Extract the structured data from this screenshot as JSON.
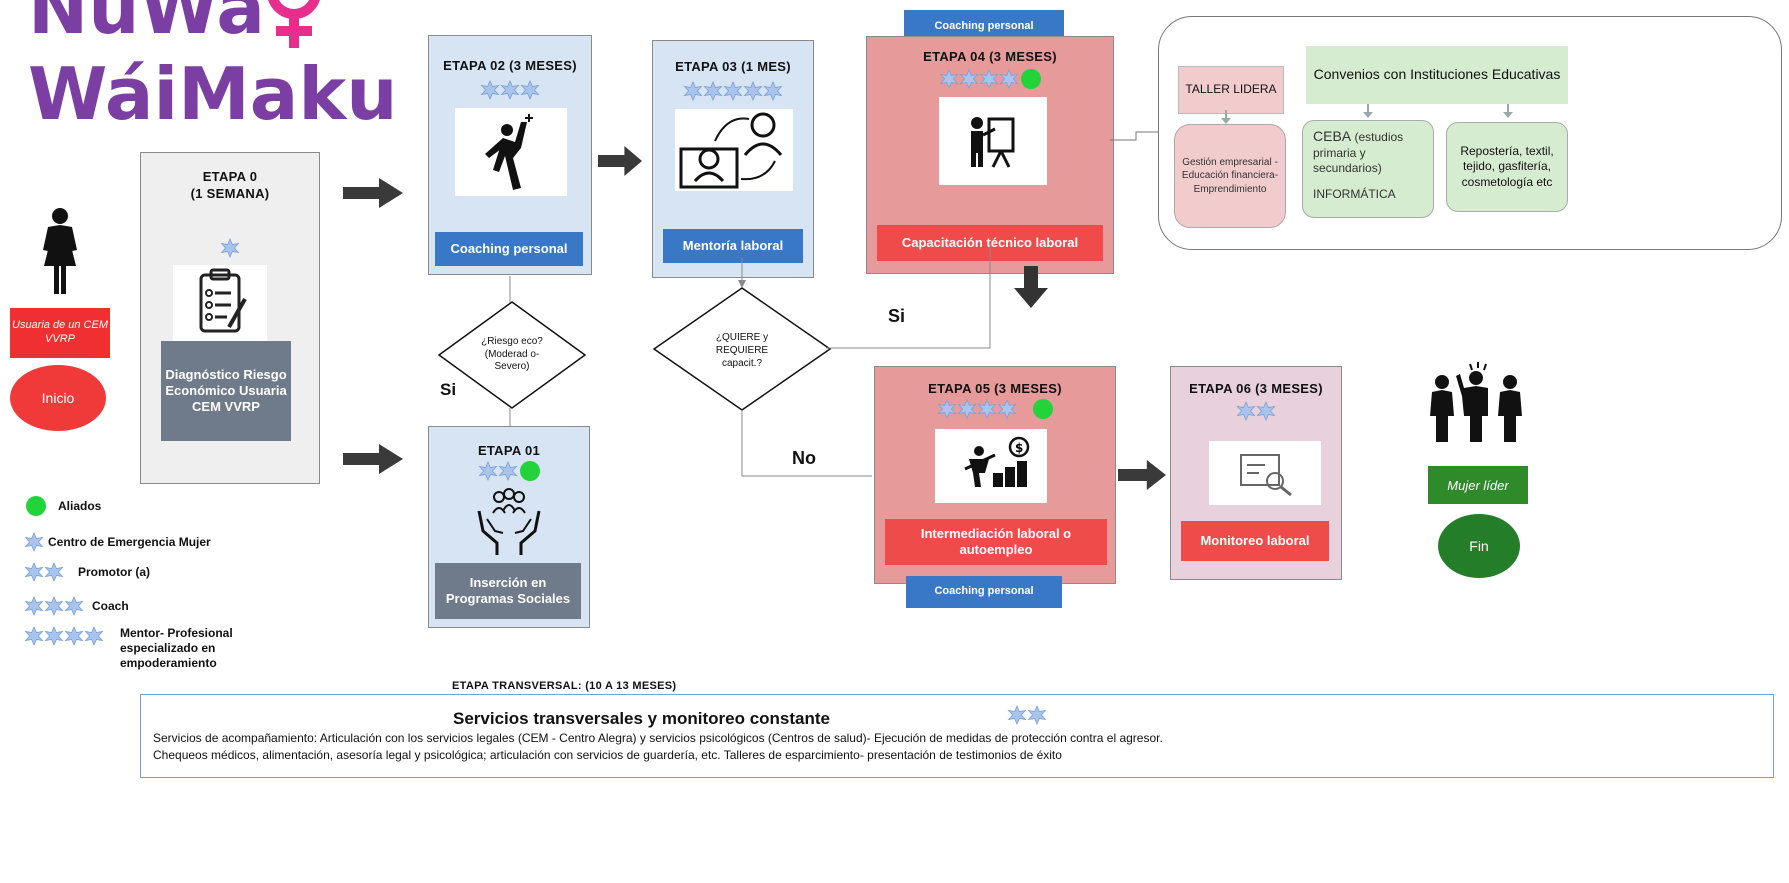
{
  "logo": {
    "line1": "NuWa",
    "line2": "WáiMaku"
  },
  "start": {
    "user_label": "Usuaria de un CEM VVRP",
    "start_button": "Inicio"
  },
  "stage0": {
    "title": "ETAPA 0\n(1 SEMANA)",
    "label": "Diagnóstico Riesgo Económico Usuaria CEM VVRP"
  },
  "stage02": {
    "title": "ETAPA 02 (3 MESES)",
    "label": "Coaching personal"
  },
  "stage03": {
    "title": "ETAPA 03 (1 MES)",
    "label": "Mentoría laboral"
  },
  "stage04": {
    "top_label": "Coaching personal",
    "title": "ETAPA 04 (3 MESES)",
    "label": "Capacitación técnico laboral"
  },
  "stage01": {
    "title": "ETAPA 01",
    "label": "Inserción en Programas Sociales"
  },
  "stage05": {
    "title": "ETAPA 05 (3 MESES)",
    "label": "Intermediación laboral o autoempleo",
    "bottom_label": "Coaching personal"
  },
  "stage06": {
    "title": "ETAPA 06 (3 MESES)",
    "label": "Monitoreo laboral"
  },
  "decision1": {
    "text": "¿Riesgo eco? (Moderad o- Severo)",
    "yes": "Si"
  },
  "decision2": {
    "text": "¿QUIERE y REQUIERE capacit.?",
    "yes": "Si",
    "no": "No"
  },
  "agreements": {
    "taller": "TALLER LIDERA",
    "convenios": "Convenios con Instituciones Educativas",
    "gestion": "Gestión empresarial - Educación financiera- Emprendimiento",
    "ceba_main": "CEBA",
    "ceba_detail": "(estudios primaria y secundarios)",
    "informatica": "INFORMÁTICA",
    "oficios": "Repostería, textil, tejido, gasfitería, cosmetología etc"
  },
  "end": {
    "leader_label": "Mujer líder",
    "end_button": "Fin"
  },
  "legend": {
    "aliados": "Aliados",
    "cem": "Centro de Emergencia Mujer",
    "promotor": "Promotor (a)",
    "coach": "Coach",
    "mentor": "Mentor- Profesional especializado en empoderamiento"
  },
  "transversal": {
    "stage_title": "ETAPA TRANSVERSAL: (10  A 13 MESES)",
    "box_title": "Servicios transversales y monitoreo constante",
    "line1": "Servicios de acompañamiento: Articulación con los servicios legales (CEM - Centro Alegra)  y servicios psicológicos (Centros de salud)- Ejecución de  medidas de protección contra el agresor.",
    "line2": "Chequeos médicos, alimentación, asesoría legal y psicológica; articulación con servicios de guardería, etc. Talleres de esparcimiento- presentación de testimonios de éxito"
  },
  "colors": {
    "logo_purple": "#7b3fa4",
    "light_blue_stage": "#d6e4f3",
    "blue_label": "#3878c6",
    "salmon_stage": "#e69a9a",
    "red_label": "#f04b4b",
    "gray_label": "#6f7a8b",
    "gray_stage": "#efefef",
    "pink_stage": "#e8d0dc",
    "green_dark": "#247d28",
    "ally_green": "#22d33a",
    "star_blue": "#a9c4ec"
  }
}
